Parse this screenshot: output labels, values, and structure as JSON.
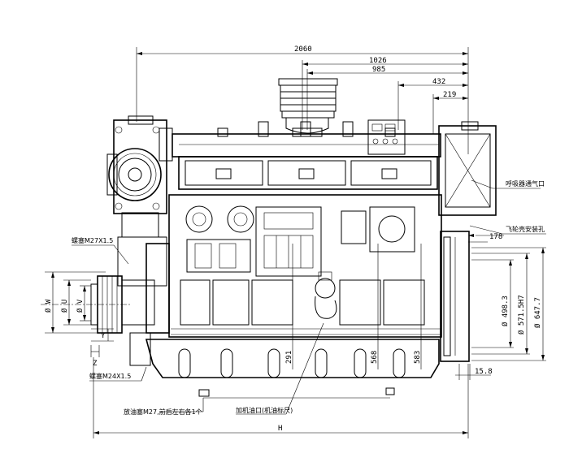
{
  "dimensions": {
    "overall_length": "2060",
    "d1026": "1026",
    "d985": "985",
    "d432": "432",
    "d219": "219",
    "d178": "178",
    "d15_8": "15.8",
    "d291": "291",
    "d568": "568",
    "d583": "583",
    "dia_498": "Ø 498.3",
    "dia_571": "Ø 571.5H7",
    "dia_647": "Ø 647.7",
    "dia_W": "Ø W",
    "dia_U": "Ø U",
    "dia_V": "Ø V",
    "label_H": "H",
    "label_Y": "Y",
    "label_Z": "Z"
  },
  "notes": {
    "thread_m27": "螺塞M27X1.5",
    "thread_m24": "螺塞M24X1.5",
    "breather": "呼吸器通气口",
    "flywheel_holes": "飞轮壳安装孔",
    "oil_drain": "放油塞M27,前后左右各1个",
    "oil_fill": "加机油口(机油标尺)"
  }
}
